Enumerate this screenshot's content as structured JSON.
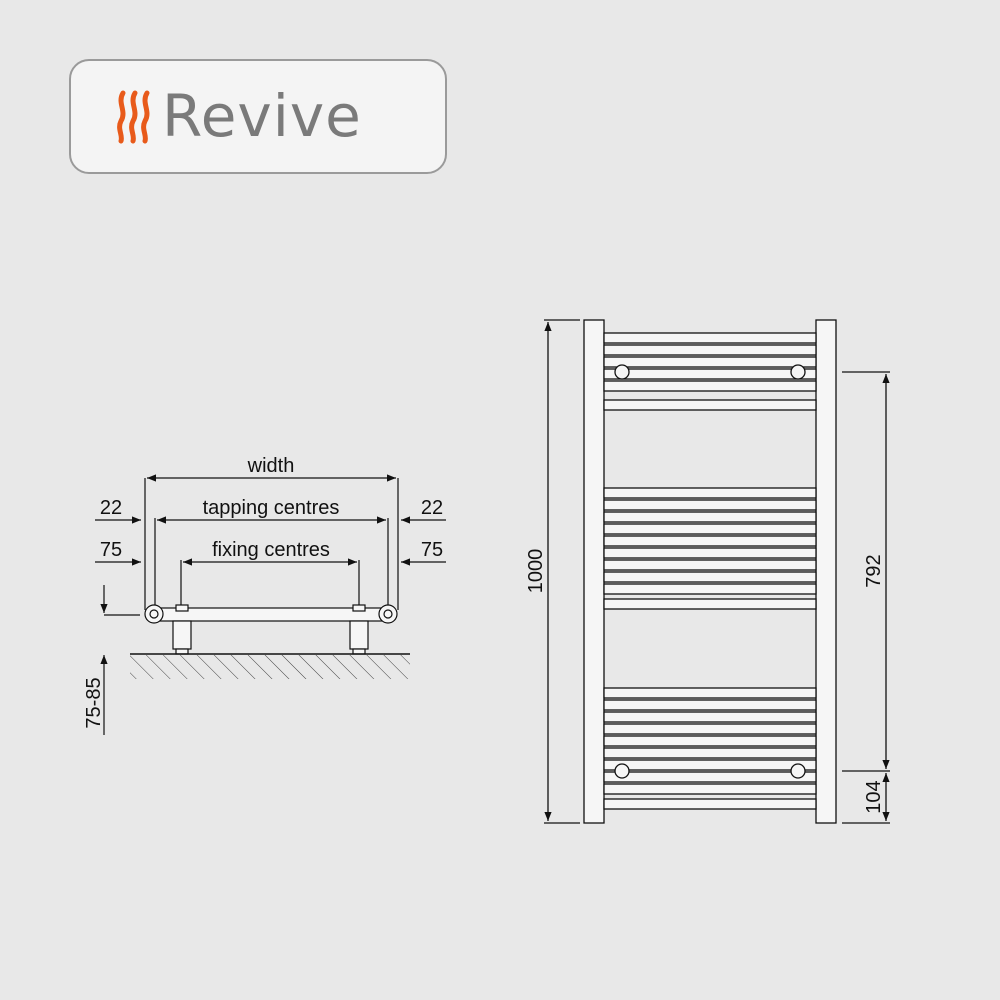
{
  "brand": {
    "name": "Revive",
    "icon": "flame-stripes-icon",
    "text_color": "#7a7a7a",
    "accent_color": "#e85a1a"
  },
  "side_view": {
    "width_label": "width",
    "tapping_label": "tapping centres",
    "fixing_label": "fixing centres",
    "left_offset_tapping": "22",
    "right_offset_tapping": "22",
    "left_offset_fixing": "75",
    "right_offset_fixing": "75",
    "wall_clearance": "75-85"
  },
  "front_view": {
    "height": "1000",
    "fixing_height": "792",
    "bottom_offset": "104"
  }
}
